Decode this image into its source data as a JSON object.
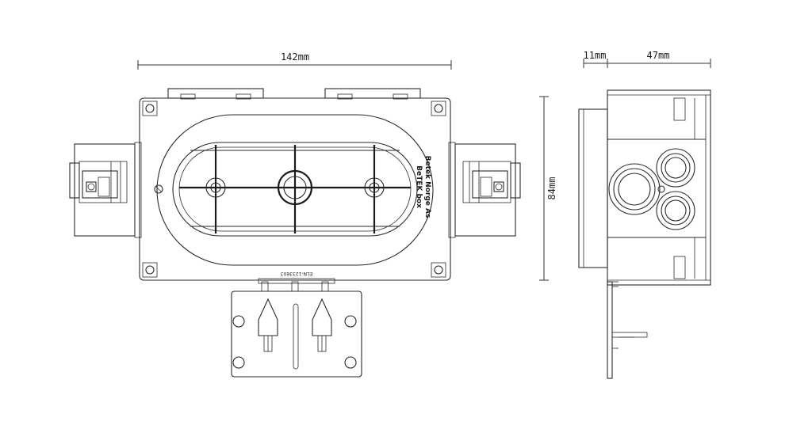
{
  "dimensions": {
    "width": "142mm",
    "height": "84mm",
    "offset": "11mm",
    "depth": "47mm"
  },
  "labels": {
    "manufacturer": "Betek Norge As",
    "product": "BeTEK box",
    "part_number": "ELN-1233603"
  }
}
